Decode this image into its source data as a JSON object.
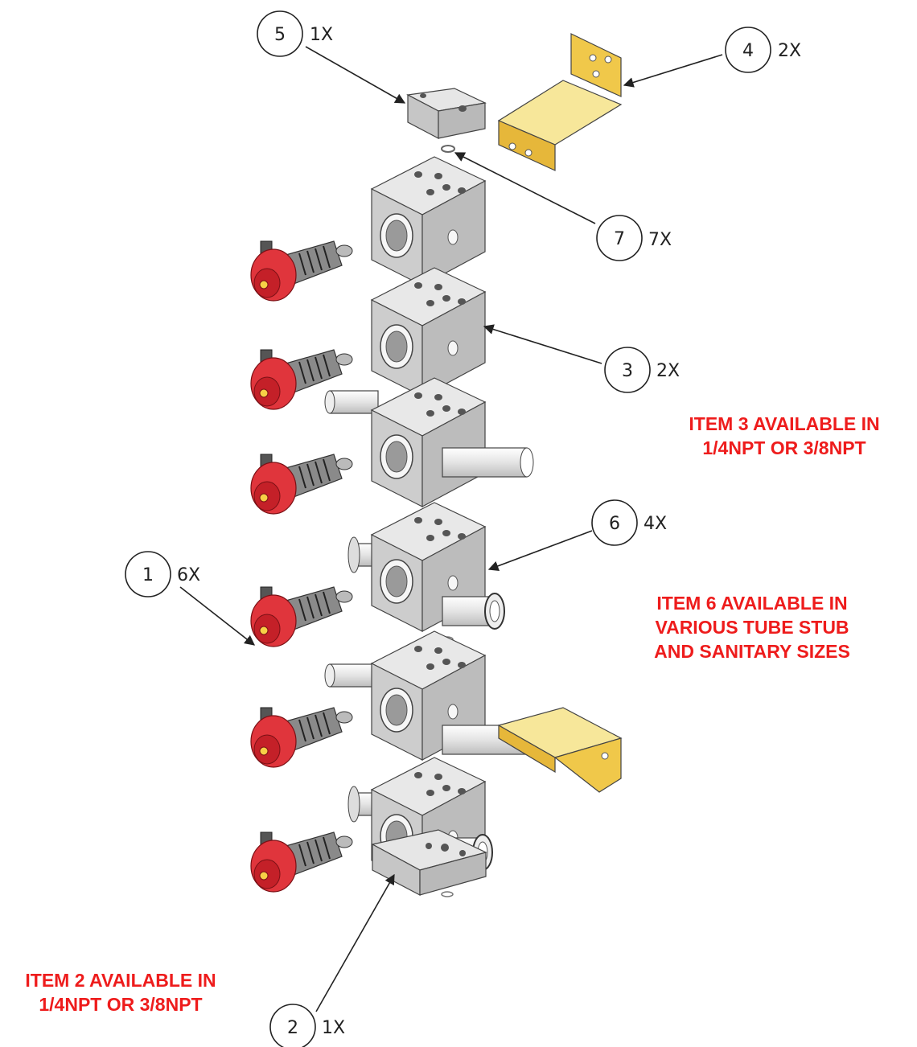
{
  "callouts": [
    {
      "num": "5",
      "qty": "1X"
    },
    {
      "num": "4",
      "qty": "2X"
    },
    {
      "num": "7",
      "qty": "7X"
    },
    {
      "num": "3",
      "qty": "2X"
    },
    {
      "num": "6",
      "qty": "4X"
    },
    {
      "num": "1",
      "qty": "6X"
    },
    {
      "num": "2",
      "qty": "1X"
    }
  ],
  "notes": {
    "item3": [
      "ITEM 3 AVAILABLE IN",
      "1/4NPT OR 3/8NPT"
    ],
    "item6": [
      "ITEM 6 AVAILABLE IN",
      "VARIOUS TUBE STUB",
      "AND SANITARY SIZES"
    ],
    "item2": [
      "ITEM 2 AVAILABLE IN",
      "1/4NPT OR 3/8NPT"
    ]
  },
  "colors": {
    "note_text": "#ee1c1c",
    "block_face": "#cfcfcf",
    "bracket": "#e8c44a",
    "valve_red": "#e0353c"
  }
}
